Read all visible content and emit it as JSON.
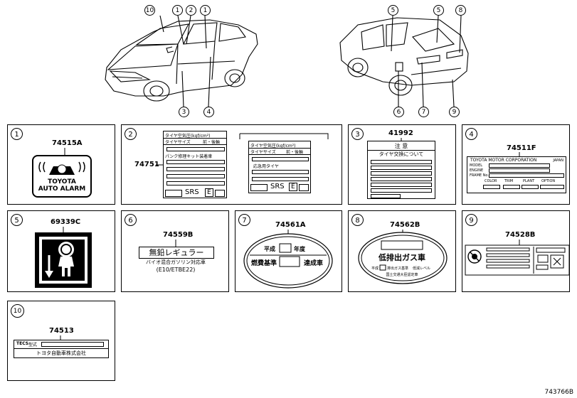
{
  "illustration_callouts": [
    "10",
    "1",
    "2",
    "1",
    "3",
    "4",
    "5",
    "5",
    "8",
    "6",
    "7",
    "9"
  ],
  "panels": [
    {
      "num": "1",
      "part": "74515A",
      "label_lines": [
        "TOYOTA",
        "AUTO ALARM"
      ]
    },
    {
      "num": "2",
      "part": "74751",
      "label_a": {
        "title": "タイヤ空気圧(kgf/cm²)",
        "row1": "タイヤサイズ",
        "row1b": "前・後輪",
        "row2": "パンク修理キット装着車",
        "srs": "SRS",
        "e": "E"
      },
      "label_b": {
        "title": "タイヤ空気圧(kgf/cm²)",
        "row1": "タイヤサイズ",
        "row1b": "前・後輪",
        "row2": "応急用タイヤ",
        "srs": "SRS",
        "e": "E"
      }
    },
    {
      "num": "3",
      "part": "41992",
      "title": "注 意",
      "subtitle": "タイヤ交換について"
    },
    {
      "num": "4",
      "part": "74511F",
      "company": "TOYOTA MOTOR CORPORATION",
      "japan": "JAPAN",
      "fields": [
        "MODEL",
        "ENGINE",
        "FRAME No."
      ],
      "cols": [
        "COLOR",
        "TRIM",
        "PLANT",
        "OPTION"
      ]
    },
    {
      "num": "5",
      "part": "69339C"
    },
    {
      "num": "6",
      "part": "74559B",
      "line1": "無鉛レギュラー",
      "line2": "バイオ混合ガソリン対応車",
      "line3": "(E10/ETBE22)"
    },
    {
      "num": "7",
      "part": "74561A",
      "line1": "平成",
      "line1b": "年度",
      "line2": "燃費基準",
      "line2b": "達成車"
    },
    {
      "num": "8",
      "part": "74562B",
      "line1": "低排出ガス車",
      "line2": "平成",
      "line2b": "排出ガス基準",
      "line2c": "低減レベル",
      "line3": "国土交通大臣認定車"
    },
    {
      "num": "9",
      "part": "74528B"
    },
    {
      "num": "10",
      "part": "74513",
      "tecs": "TECS",
      "tecs2": "型式",
      "company": "トヨタ自動車株式会社"
    }
  ],
  "diagram_id": "743766B"
}
